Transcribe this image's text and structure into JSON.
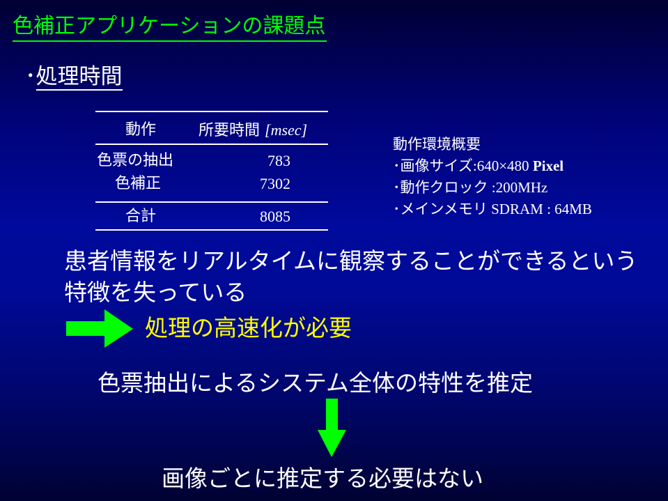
{
  "title": "色補正アプリケーションの課題点",
  "section": {
    "bullet": "･",
    "label": "処理時間"
  },
  "table": {
    "headers": {
      "action": "動作",
      "time": "所要時間",
      "unit": "[msec]"
    },
    "rows": [
      {
        "action": "色票の抽出",
        "time": "783"
      },
      {
        "action": "色補正",
        "time": "7302"
      }
    ],
    "total": {
      "action": "合計",
      "time": "8085"
    }
  },
  "environment": {
    "heading": "動作環境概要",
    "items": [
      {
        "label": "･画像サイズ",
        "value": ":640×480 ",
        "bold": "Pixel"
      },
      {
        "label": "･動作クロック",
        "value": " :200MHz",
        "bold": ""
      },
      {
        "label": "･メインメモリ",
        "value": " SDRAM : 64MB",
        "bold": ""
      }
    ]
  },
  "problem": {
    "line1": "患者情報をリアルタイムに観察することができるという",
    "line2": "特徴を失っている"
  },
  "conclusion1": "処理の高速化が必要",
  "estimate": "色票抽出によるシステム全体の特性を推定",
  "conclusion2": "画像ごとに推定する必要はない",
  "colors": {
    "accent_green": "#00ff00",
    "highlight_yellow": "#ffff00"
  }
}
